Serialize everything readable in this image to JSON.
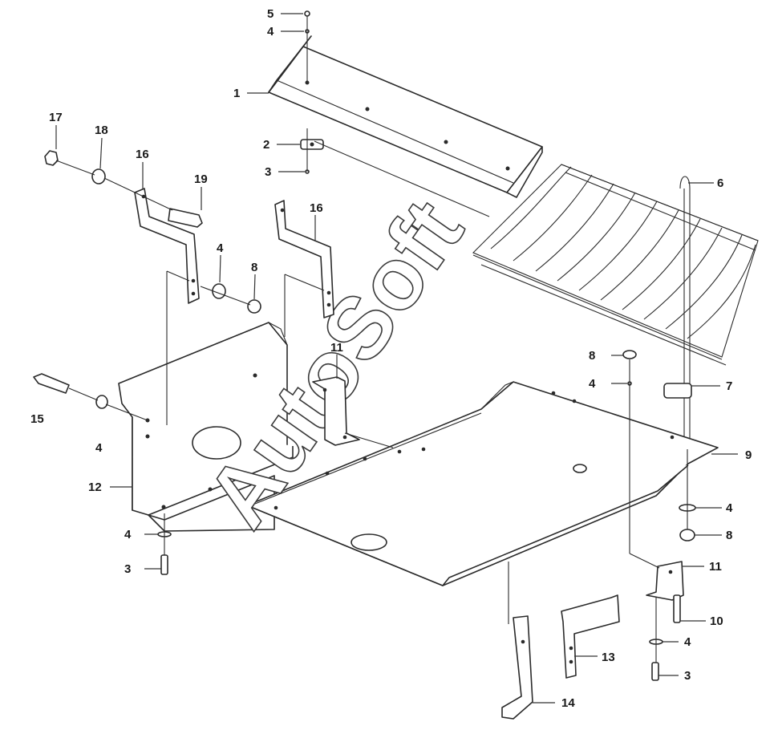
{
  "watermark": "AutoSoft",
  "callouts": {
    "c5": "5",
    "c4a": "4",
    "c1": "1",
    "c2": "2",
    "c3a": "3",
    "c17": "17",
    "c18": "18",
    "c16a": "16",
    "c19": "19",
    "c16b": "16",
    "c4b": "4",
    "c8a": "8",
    "c6": "6",
    "c11a": "11",
    "c8b": "8",
    "c4c": "4",
    "c7": "7",
    "c15": "15",
    "c4d": "4",
    "c12": "12",
    "c9": "9",
    "c4e": "4",
    "c8c": "8",
    "c4f": "4",
    "c3b": "3",
    "c11b": "11",
    "c10": "10",
    "c4g": "4",
    "c13": "13",
    "c3c": "3",
    "c14": "14"
  }
}
